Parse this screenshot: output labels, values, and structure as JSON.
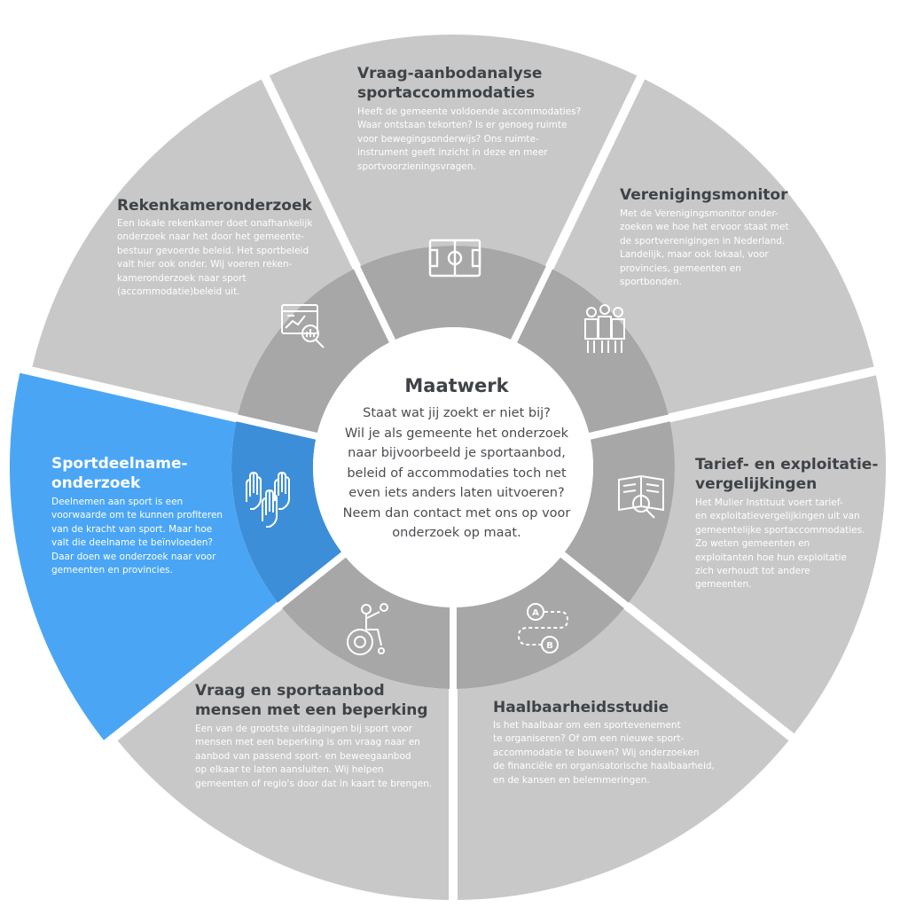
{
  "center": {
    "title": "Maatwerk",
    "text": "Staat wat jij zoekt er niet bij?\nWil je als gemeente het onderzoek\nnaar bijvoorbeeld je sportaanbod,\nbeleid of accommodaties toch net\neven iets anders laten uitvoeren?\nNeem dan contact met ons op voor\nonderzoek op maat."
  },
  "segments": [
    {
      "title": "Vraag-aanbodanalyse\nsportaccommodaties",
      "description": "Heeft de gemeente voldoende accommodaties?\nWaar ontstaan tekorten? Is er genoeg ruimte\nvoor bewegingsonderwijs? Ons ruimte-\ninstrument geeft inzicht in deze en meer\nsportvoorzieningsvragen.",
      "icon": "sports-field-icon"
    },
    {
      "title": "Verenigingsmonitor",
      "description": "Met de Verenigingsmonitor onder-\nzoeken we hoe het ervoor staat met\nde sportverenigingen in Nederland.\nLandelijk, maar ook lokaal, voor\nprovincies, gemeenten en\nsportbonden.",
      "icon": "sports-team-icon"
    },
    {
      "title": "Tarief- en exploitatie-\nvergelijkingen",
      "description": "Het Mulier Instituut voert tarief-\nen exploitatievergelijkingen uit van\ngemeentelijke sportaccommodaties.\nZo weten gemeenten en\nexploitanten hoe hun exploitatie\nzich verhoudt tot andere\ngemeenten.",
      "icon": "book-magnifier-icon"
    },
    {
      "title": "Haalbaarheidsstudie",
      "description": "Is het haalbaar om een sportevenement\nte organiseren? Of om een nieuwe sport-\naccommodatie te bouwen? Wij onderzoeken\nde financiële en organisatorische haalbaarheid,\nen de kansen en belemmeringen.",
      "icon": "route-a-to-b-icon"
    },
    {
      "title": "Vraag en sportaanbod\nmensen met een beperking",
      "description": "Een van de grootste uitdagingen bij sport voor\nmensen met een beperking is om vraag naar en\naanbod van passend sport- en beweegaanbod\nop elkaar te laten aansluiten. Wij helpen\ngemeenten of regio's door dat  in kaart te brengen.",
      "icon": "wheelchair-ball-icon"
    },
    {
      "title": "Sportdeelname-\nonderzoek",
      "description": "Deelnemen aan sport is een\nvoorwaarde om te kunnen profiteren\nvan de kracht van sport. Maar hoe\nvalt die deelname te beïnvloeden?\nDaar doen we onderzoek naar voor\ngemeenten en provincies.",
      "icon": "raised-hands-icon",
      "selected": true
    },
    {
      "title": "Rekenkameronderzoek",
      "description": "Een lokale rekenkamer doet onafhankelijk\nonderzoek naar het door het gemeente-\nbestuur gevoerde beleid. Het sportbeleid\nvalt hier ook onder. Wij voeren reken-\nkameronderzoek naar sport\n(accommodatie)beleid uit.",
      "icon": "data-analysis-icon"
    }
  ],
  "colors": {
    "outer": "#c8c8c8",
    "inner": "#a7a7a7",
    "selected_outer": "#4aa6f5",
    "selected_inner": "#3d8ed8",
    "center": "#ffffff",
    "icon": "#ffffff"
  }
}
